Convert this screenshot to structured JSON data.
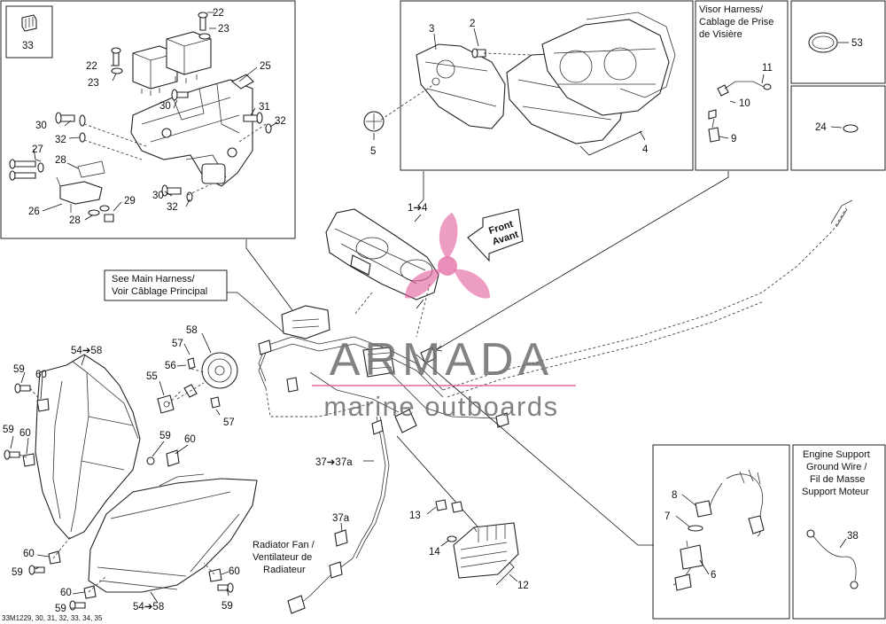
{
  "diagram": {
    "code": "33M1229, 30, 31, 32, 33, 34, 35",
    "callouts": {
      "c33": "33",
      "c22a": "22",
      "c23a": "23",
      "c25": "25",
      "c22b": "22",
      "c23b": "23",
      "c30a": "30",
      "c31": "31",
      "c32a": "32",
      "c30b": "30",
      "c32b": "32",
      "c27": "27",
      "c28a": "28",
      "c26": "26",
      "c29": "29",
      "c28b": "28",
      "c30c": "30",
      "c32c": "32",
      "c3": "3",
      "c2": "2",
      "c5": "5",
      "c4": "4",
      "c53": "53",
      "c11": "11",
      "c10": "10",
      "c9": "9",
      "c24": "24",
      "c1to4": "1➔4",
      "c58": "58",
      "c57a": "57",
      "c56": "56",
      "c55": "55",
      "c57b": "57",
      "c54a": "54➔58",
      "c59a": "59",
      "c60a": "60",
      "c59b": "59",
      "c60b": "60",
      "c59c": "59",
      "c60c": "60",
      "c60d": "60",
      "c59d": "59",
      "c60e": "60",
      "c59e": "59",
      "c60f": "60",
      "c59f": "59",
      "c54b": "54➔58",
      "c37": "37➔37a",
      "c37a": "37a",
      "c13": "13",
      "c14": "14",
      "c12": "12",
      "c8": "8",
      "c7": "7",
      "c6": "6",
      "c38": "38"
    },
    "captions": {
      "visor_l1": "Visor Harness/",
      "visor_l2": "Cablage de Prise",
      "visor_l3": "de Visière",
      "main_l1": "See Main Harness/",
      "main_l2": "Voir Câblage Principal",
      "front_l1": "Front",
      "front_l2": "Avant",
      "rad_l1": "Radiator Fan /",
      "rad_l2": "Ventilateur de",
      "rad_l3": "Radiateur",
      "eng_l1": "Engine Support",
      "eng_l2": "Ground Wire /",
      "eng_l3": "Fil de Masse",
      "eng_l4": "Support Moteur"
    },
    "watermark": {
      "brand": "ARMADA",
      "tagline": "marine outboards",
      "accent": "#e15a9a"
    }
  }
}
